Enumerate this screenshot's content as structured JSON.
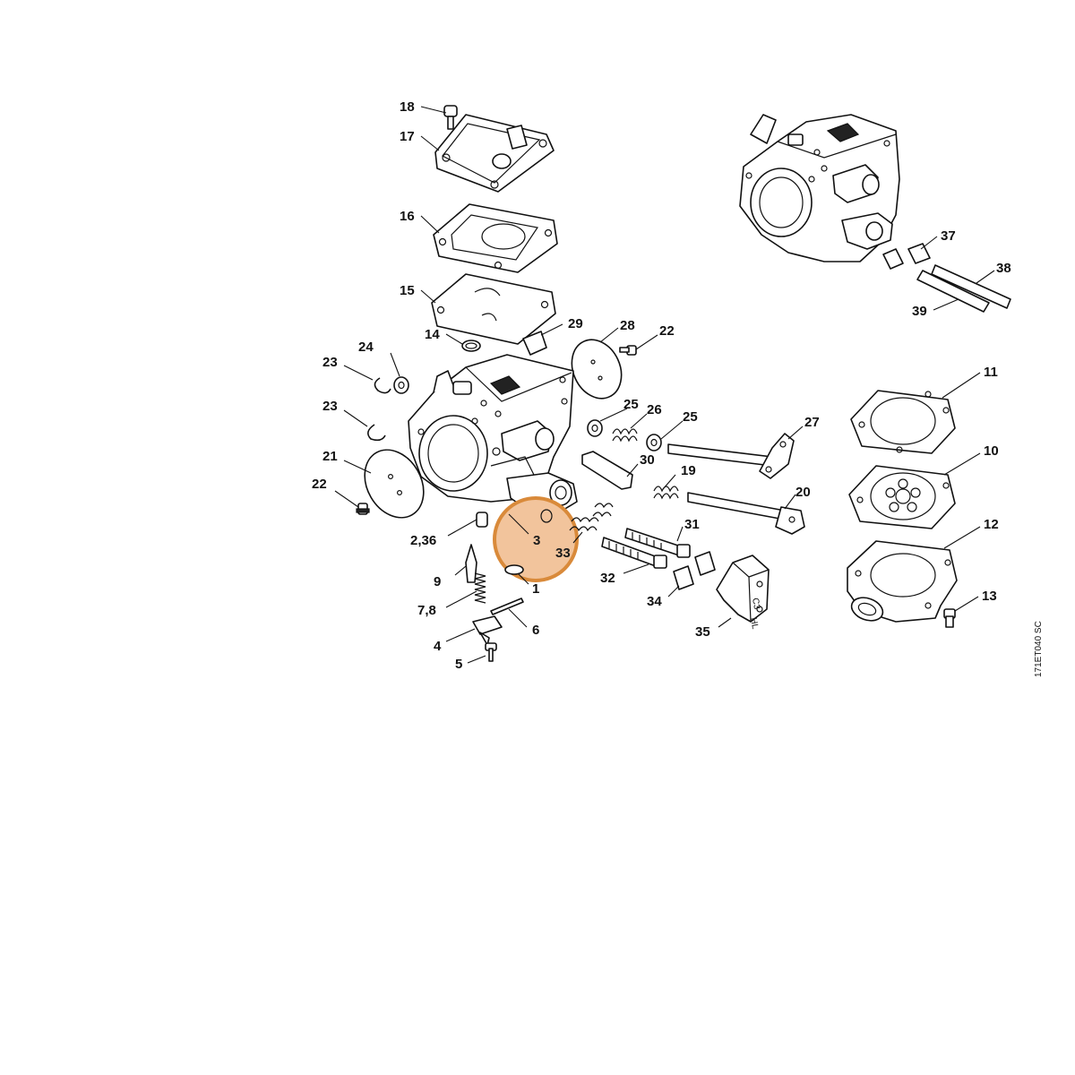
{
  "diagram": {
    "reference_code": "171ET040 SC",
    "highlight": {
      "color": "#d98a3a",
      "fill": "#f2c49c",
      "labels": [
        "3",
        "33"
      ]
    },
    "labels": {
      "p18": "18",
      "p17": "17",
      "p16": "16",
      "p15": "15",
      "p14": "14",
      "p29": "29",
      "p28": "28",
      "p22a": "22",
      "p24": "24",
      "p23a": "23",
      "p23b": "23",
      "p25a": "25",
      "p26": "26",
      "p25b": "25",
      "p27": "27",
      "p21": "21",
      "p30": "30",
      "p19": "19",
      "p20": "20",
      "p22b": "22",
      "p236": "2,36",
      "p3": "3",
      "p33": "33",
      "p31": "31",
      "p9": "9",
      "p1": "1",
      "p32": "32",
      "p78": "7,8",
      "p34": "34",
      "p6": "6",
      "p4": "4",
      "p35": "35",
      "p5": "5",
      "p37": "37",
      "p38": "38",
      "p39": "39",
      "p11": "11",
      "p10": "10",
      "p12": "12",
      "p13": "13"
    }
  }
}
